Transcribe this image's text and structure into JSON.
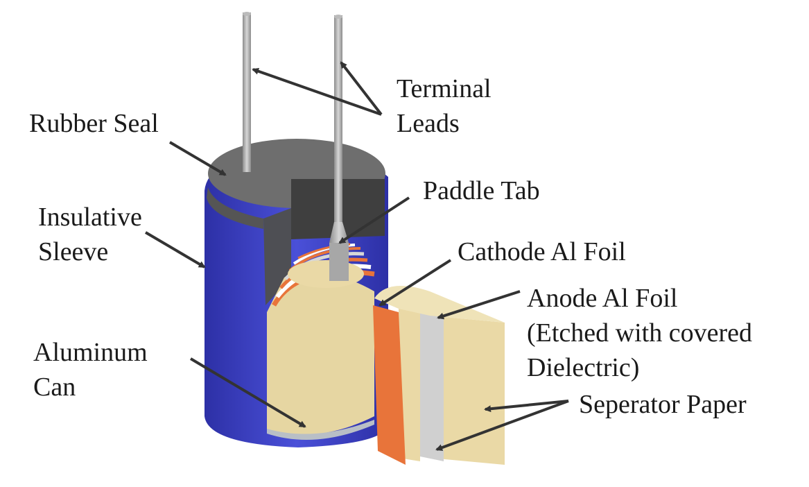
{
  "labels": {
    "terminal_leads_1": "Terminal",
    "terminal_leads_2": "Leads",
    "rubber_seal": "Rubber Seal",
    "paddle_tab": "Paddle Tab",
    "insulative_sleeve_1": "Insulative",
    "insulative_sleeve_2": "Sleeve",
    "cathode_foil": "Cathode Al Foil",
    "anode_foil_1": "Anode Al Foil",
    "anode_foil_2": "(Etched with covered",
    "anode_foil_3": "Dielectric)",
    "aluminum_can_1": "Aluminum",
    "aluminum_can_2": "Can",
    "separator_paper": "Seperator Paper"
  },
  "colors": {
    "sleeve": "#3a3fc2",
    "seal": "#5a5a5a",
    "paper": "#e8d9a6",
    "cathode": "#e8743a",
    "foil": "#c8c8c8",
    "lead": "#a8a8a8"
  }
}
